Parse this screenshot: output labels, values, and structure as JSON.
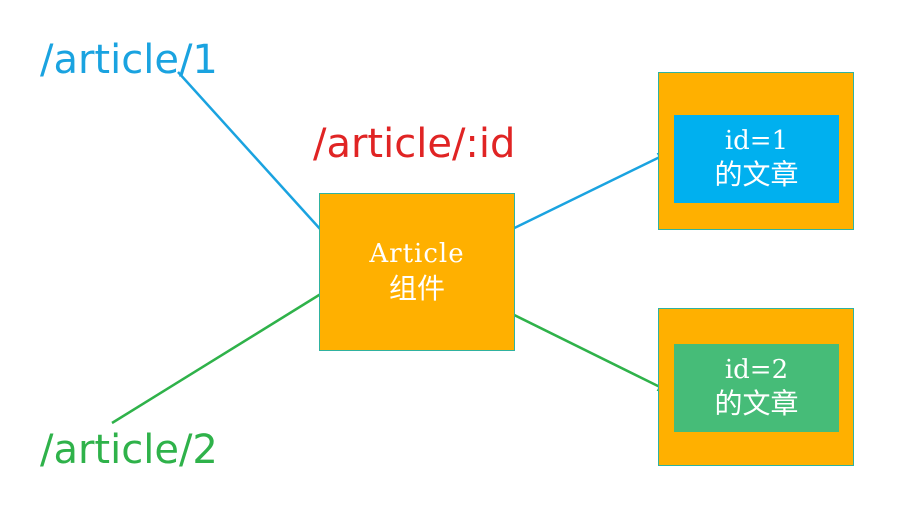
{
  "routes": {
    "route_1": "/article/1",
    "route_2": "/article/2",
    "route_param": "/article/:id"
  },
  "component": {
    "line1": "Article",
    "line2": "组件"
  },
  "pages": [
    {
      "line1": "id=1",
      "line2": "的文章"
    },
    {
      "line1": "id=2",
      "line2": "的文章"
    }
  ],
  "colors": {
    "blue": "#1aa3e0",
    "green": "#2fb24a",
    "red": "#e02424",
    "orange": "#ffb000",
    "inner_blue": "#00b0ef",
    "inner_green": "#46bc78"
  }
}
